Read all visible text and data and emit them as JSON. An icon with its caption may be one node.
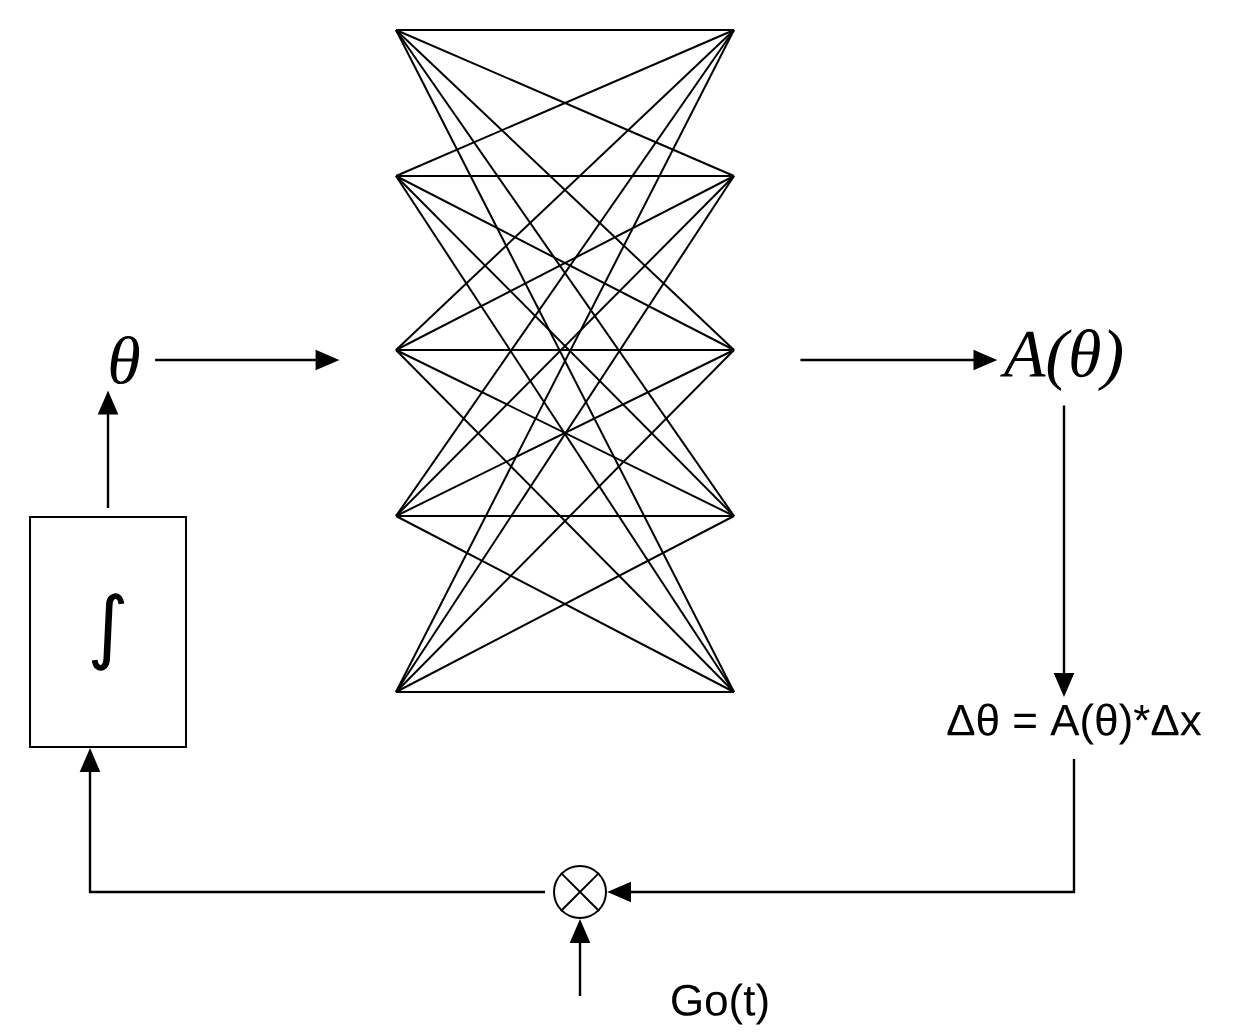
{
  "diagram": {
    "nodes": [
      {
        "text": [
          "θ"
        ]
      },
      {
        "text": [],
        "shape": "picture"
      },
      {
        "text": [
          "A(θ)"
        ]
      },
      {
        "text": [
          "Δθ = A(θ)*Δx"
        ]
      },
      {
        "text": [],
        "shape": "circle"
      },
      {
        "text": [
          "∫"
        ]
      },
      {
        "text": [
          "Go(t)"
        ]
      }
    ],
    "edges": [
      {
        "from": 0,
        "to": 1,
        "arrow": "to"
      },
      {
        "from": 1,
        "to": 2,
        "arrow": "to"
      },
      {
        "from": 2,
        "to": 3,
        "arrow": "to"
      },
      {
        "from": 3,
        "to": 4,
        "arrow": "to"
      },
      {
        "from": 4,
        "to": 5,
        "arrow": "to"
      },
      {
        "from": 5,
        "to": 0,
        "arrow": "to"
      },
      {
        "from": 6,
        "to": 4,
        "arrow": "to"
      }
    ]
  }
}
